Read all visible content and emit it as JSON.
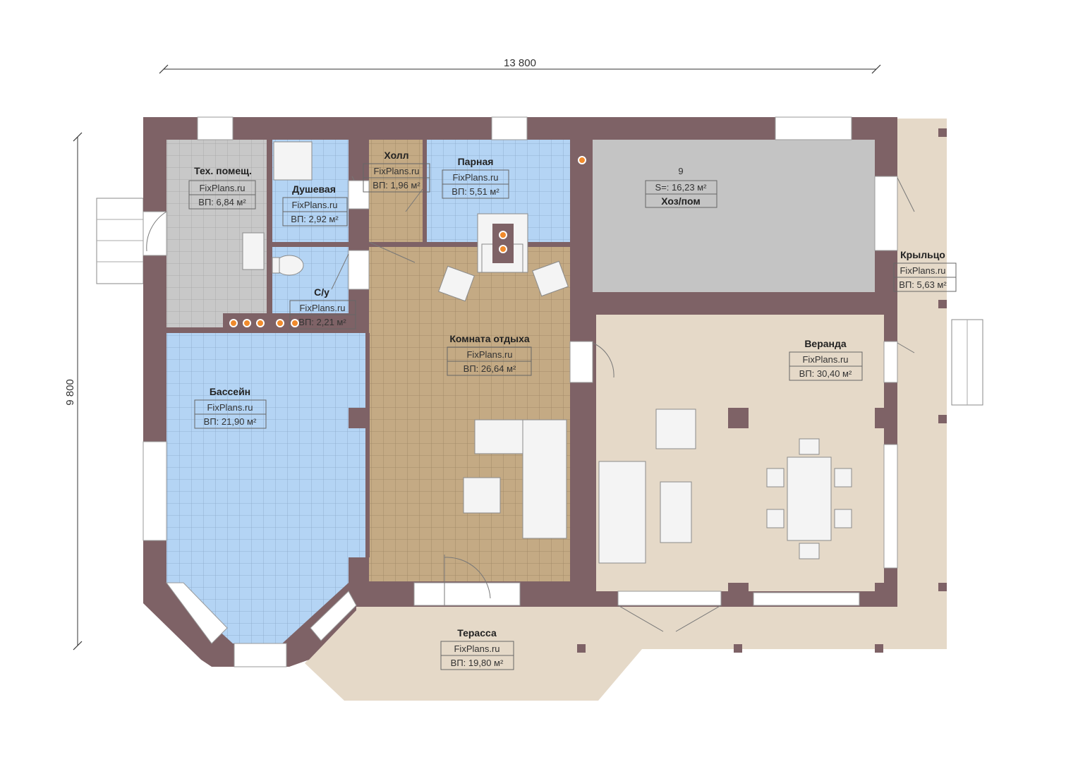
{
  "dimensions": {
    "width": "13 800",
    "height": "9 800"
  },
  "rooms": {
    "tech": {
      "name": "Тех. помещ.",
      "brand": "FixPlans.ru",
      "area": "ВП: 6,84 м²"
    },
    "shower": {
      "name": "Душевая",
      "brand": "FixPlans.ru",
      "area": "ВП: 2,92 м²"
    },
    "hall": {
      "name": "Холл",
      "brand": "FixPlans.ru",
      "area": "ВП: 1,96 м²"
    },
    "sauna": {
      "name": "Парная",
      "brand": "FixPlans.ru",
      "area": "ВП: 5,51 м²"
    },
    "utility": {
      "number": "9",
      "area": "S=: 16,23 м²",
      "name": "Хоз/пом"
    },
    "wc": {
      "name": "С/у",
      "brand": "FixPlans.ru",
      "area": "ВП: 2,21 м²"
    },
    "lounge": {
      "name": "Комната отдыха",
      "brand": "FixPlans.ru",
      "area": "ВП: 26,64 м²"
    },
    "porch": {
      "name": "Крыльцо",
      "brand": "FixPlans.ru",
      "area": "ВП: 5,63 м²"
    },
    "veranda": {
      "name": "Веранда",
      "brand": "FixPlans.ru",
      "area": "ВП: 30,40 м²"
    },
    "pool": {
      "name": "Бассейн",
      "brand": "FixPlans.ru",
      "area": "ВП: 21,90 м²"
    },
    "terrace": {
      "name": "Терасса",
      "brand": "FixPlans.ru",
      "area": "ВП: 19,80 м²"
    }
  },
  "colors": {
    "wall": "#7e6266",
    "tile_blue": "#b4d4f4",
    "tile_grey": "#c8c8c8",
    "tile_brown": "#c4aa84",
    "floor_beige": "#e5d9c8",
    "utility_grey": "#c4c4c4",
    "light_orange": "#f08a2c"
  }
}
